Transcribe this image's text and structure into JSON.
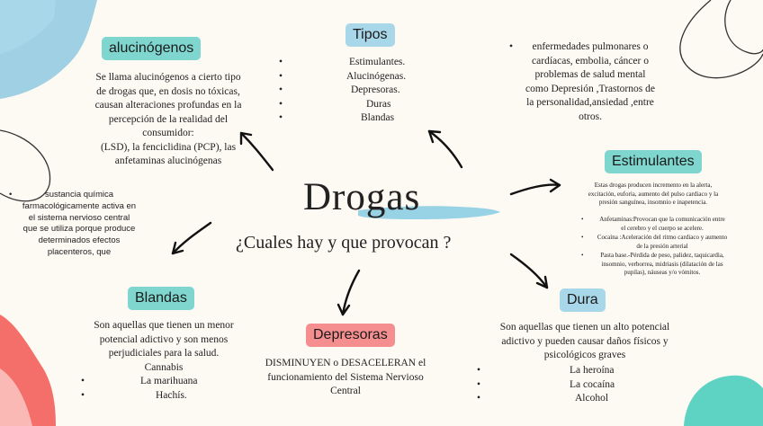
{
  "title": "Drogas",
  "subtitle": "¿Cuales hay y que provocan ?",
  "alucinogenos": {
    "label": "alucinógenos",
    "lines": [
      "Se llama alucinógenos a cierto tipo",
      "de drogas que, en dosis no tóxicas,",
      "causan alteraciones profundas en la",
      "percepción de la realidad del",
      "consumidor:",
      "(LSD), la fenciclidina (PCP), las",
      "anfetaminas alucinógenas"
    ]
  },
  "tipos": {
    "label": "Tipos",
    "items": [
      "Estimulantes.",
      "Alucinógenas.",
      "Depresoras.",
      "Duras",
      "Blandas"
    ]
  },
  "efectos": {
    "lines": [
      "enfermedades pulmonares o",
      "cardíacas, embolia, cáncer o",
      "problemas de salud mental",
      "como Depresión ,Trastornos de",
      "la personalidad,ansiedad ,entre",
      "otros."
    ]
  },
  "definicion": {
    "lines": [
      "sustancia química",
      "farmacológicamente activa en",
      "el sistema nervioso central",
      "que se utiliza porque produce",
      "determinados efectos",
      "placenteros, que"
    ]
  },
  "estimulantes": {
    "label": "Estimulantes",
    "intro": [
      "Estas drogas producen incremento en la alerta,",
      "excitación, euforia, aumento del pulso cardiaco y la",
      "presión sanguínea, insomnio e inapetencia."
    ],
    "items": [
      [
        "Anfetaminas:Provocan que la comunicación entre",
        "el cerebro y el cuerpo se acelere."
      ],
      [
        "Cocaína :Aceleración del ritmo cardiaco y aumento",
        "de la presión arterial"
      ],
      [
        "Pasta base.-Pérdida de peso, palidez, taquicardia,",
        "insomnio, verborrea, midriasis (dilatación de las",
        "pupilas), náuseas y/o vómitos."
      ]
    ]
  },
  "blandas": {
    "label": "Blandas",
    "lines": [
      "Son aquellas que tienen un menor",
      "potencial adictivo y son menos",
      "perjudiciales para la salud.",
      "Cannabis"
    ],
    "items": [
      "La marihuana",
      "Hachís."
    ]
  },
  "depresoras": {
    "label": "Depresoras",
    "lines": [
      "DISMINUYEN o DESACELERAN el",
      "funcionamiento del Sistema Nervioso",
      "Central"
    ]
  },
  "dura": {
    "label": "Dura",
    "lines": [
      "Son aquellas que tienen un alto potencial",
      "adictivo y pueden causar daños físicos y",
      "psicológicos graves"
    ],
    "items": [
      "La heroína",
      "La cocaína",
      "Alcohol"
    ]
  },
  "colors": {
    "teal": "#7fd6cf",
    "blue": "#a9d7ea",
    "pink": "#f58e8f",
    "coral": "#f46f69"
  }
}
